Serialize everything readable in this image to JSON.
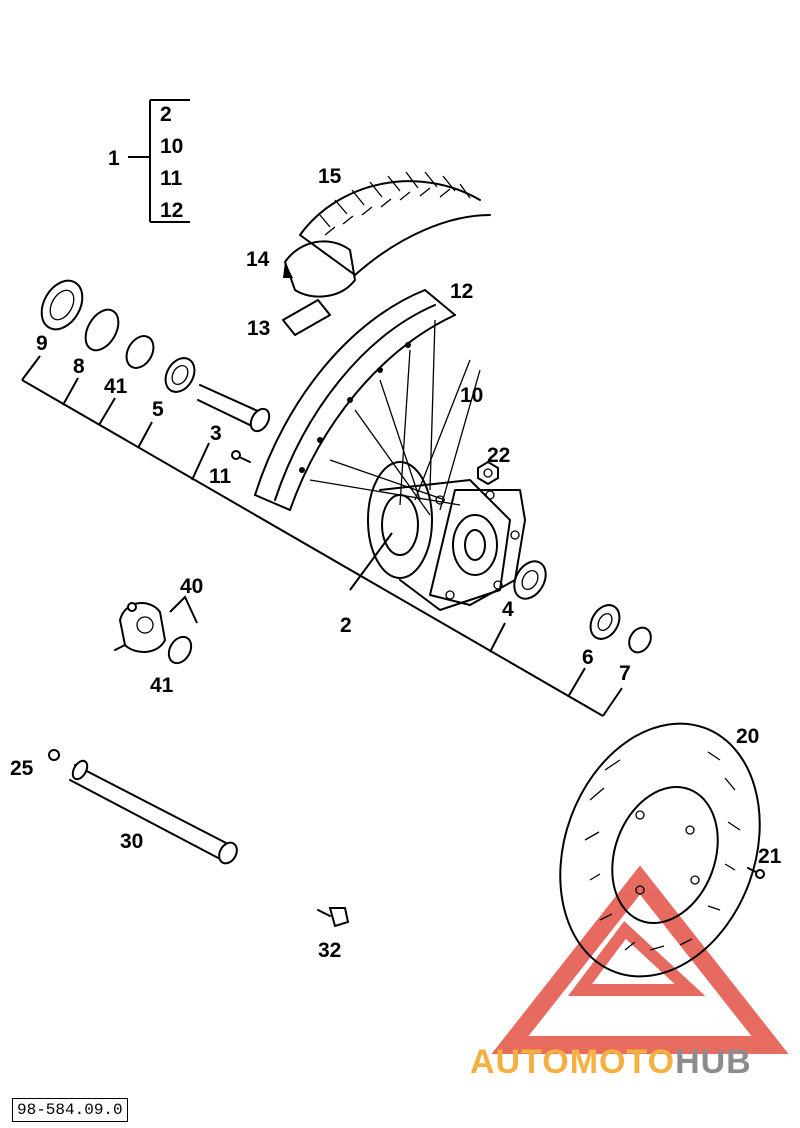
{
  "document_number": "98-584.09.0",
  "watermark": {
    "part1": "AUTOMOTO",
    "part2": "HUB",
    "color_primary": "#f5b041",
    "color_secondary": "#8c8c8c",
    "triangle_color": "#e0392b"
  },
  "kit": {
    "label": "1",
    "items": [
      "2",
      "10",
      "11",
      "12"
    ]
  },
  "callouts": {
    "c15": "15",
    "c14": "14",
    "c13": "13",
    "c12": "12",
    "c10": "10",
    "c22": "22",
    "c9": "9",
    "c8": "8",
    "c41a": "41",
    "c5": "5",
    "c3": "3",
    "c11": "11",
    "c2": "2",
    "c4": "4",
    "c6": "6",
    "c7": "7",
    "c40": "40",
    "c41b": "41",
    "c25": "25",
    "c30": "30",
    "c32": "32",
    "c20": "20",
    "c21": "21"
  }
}
